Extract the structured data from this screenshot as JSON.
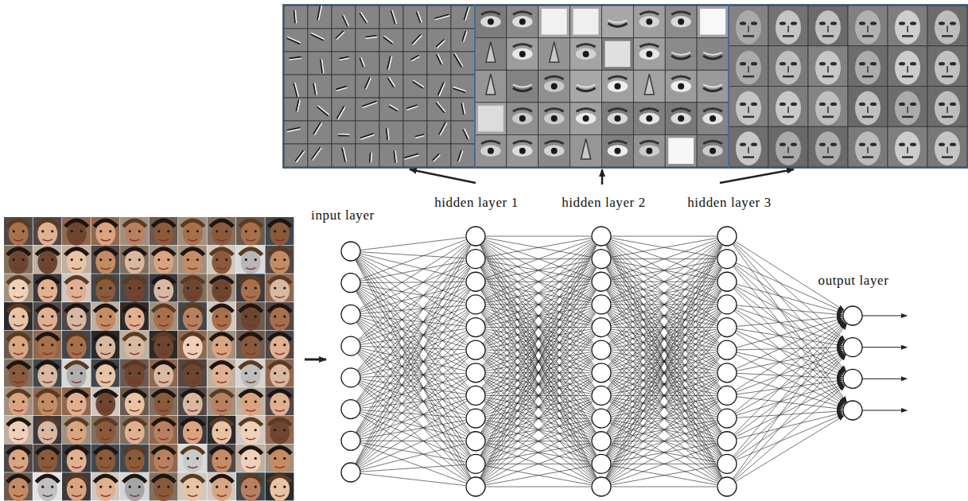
{
  "diagram": {
    "labels": [
      "hidden layer 1",
      "hidden layer 2",
      "hidden layer 3",
      "input layer",
      "output layer"
    ]
  }
}
